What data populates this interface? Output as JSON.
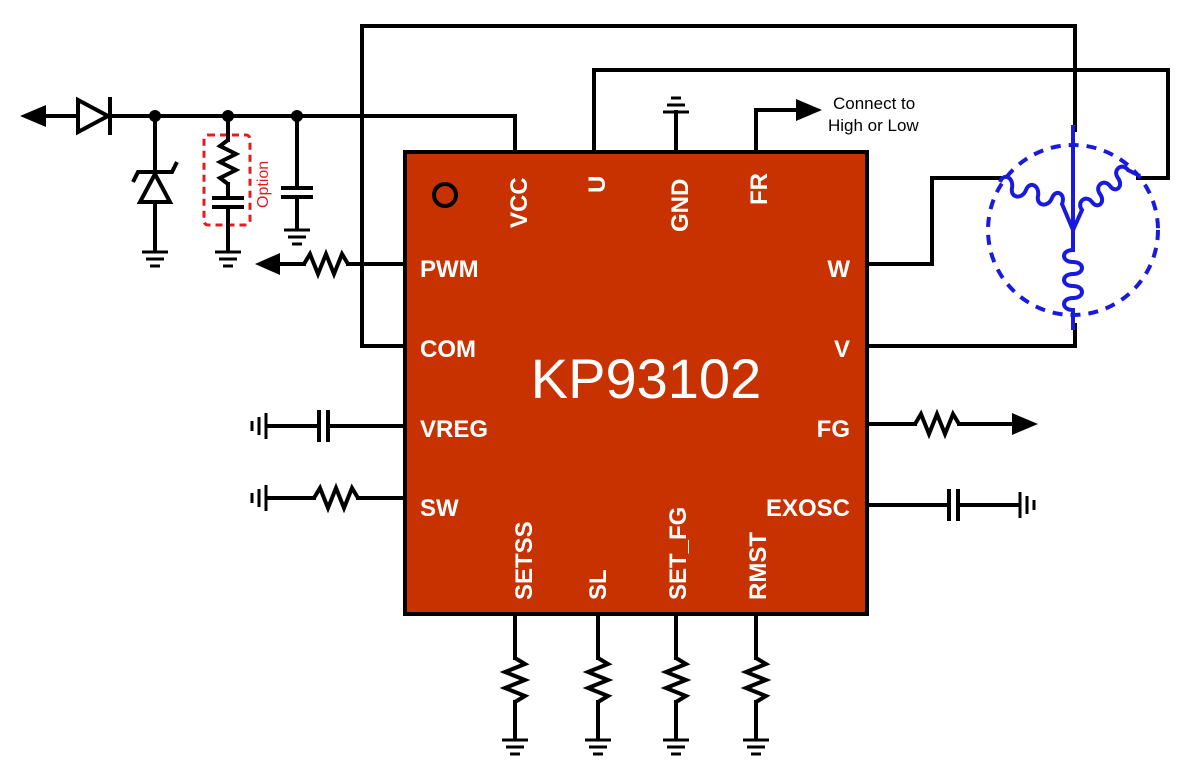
{
  "chip": {
    "name": "KP93102",
    "body_color": "#c83200",
    "pins_left": [
      "PWM",
      "COM",
      "VREG",
      "SW"
    ],
    "pins_right": [
      "W",
      "V",
      "FG",
      "EXOSC"
    ],
    "pins_top": [
      "VCC",
      "U",
      "GND",
      "FR"
    ],
    "pins_bottom": [
      "SETSS",
      "SL",
      "SET_FG",
      "RMST"
    ]
  },
  "notes": {
    "fr_line1": "Connect to",
    "fr_line2": "High or Low",
    "option": "Option"
  },
  "colors": {
    "motor": "#1a1adf",
    "option_box": "#e41c1c",
    "wire": "#000000"
  }
}
